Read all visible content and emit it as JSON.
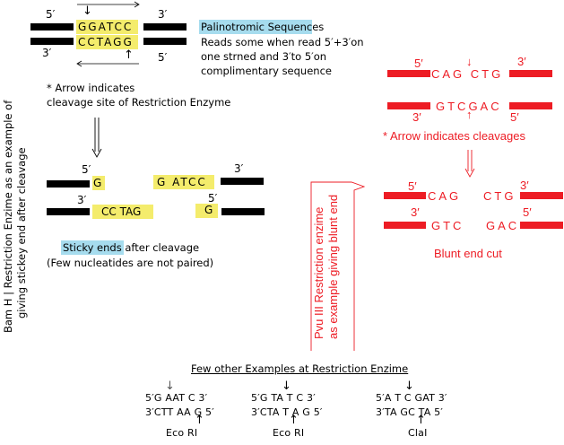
{
  "bamhi": {
    "top_seq": "GGATCC",
    "bottom_seq": "CCTAGG",
    "labels": {
      "top_left": "5′",
      "top_right": "3′",
      "bottom_left": "3′",
      "bottom_right": "5′"
    },
    "palindrome_title": "Palinotromic Sequences",
    "palindrome_desc": [
      "Reads some when read 5′+3′on",
      "one strned and 3′to 5′on",
      "complimentary sequence"
    ],
    "arrow_note": [
      "* Arrow indicates",
      "cleavage site of Restriction Enzyme"
    ],
    "cut": {
      "left_top": "G",
      "right_top": "G ATCC",
      "left_bottom": "CC TAG",
      "right_bottom": "G",
      "labels": {
        "lt": "5′",
        "rt": "3′",
        "lb": "3′",
        "rb": "5′"
      }
    },
    "sticky_label": "Sticky ends",
    "sticky_rest": "after cleavage",
    "sticky_note": "(Few nucleatides are not paired)",
    "side_caption": [
      "Bam H | Restriction Enzime as an example of",
      "giving stickey end after  cleavage"
    ]
  },
  "pvuii": {
    "top_seq": "CAG CTG",
    "bottom_seq": "GTCGAC",
    "labels": {
      "top_left": "5′",
      "top_right": "3′",
      "bottom_left": "3′",
      "bottom_right": "5′"
    },
    "arrow_note": "* Arrow indicates cleavages",
    "cut": {
      "left_top": "CAG",
      "right_top": "CTG",
      "left_bottom": "GTC",
      "right_bottom": "GAC",
      "labels": {
        "lt": "5′",
        "rt": "3′",
        "lb": "3′",
        "rb": "5′"
      }
    },
    "blunt_label": "Blunt end cut",
    "side_caption": [
      "Pvu III Restriction enzime",
      "as example giving blunt end"
    ]
  },
  "examples": {
    "title": "Few other Examples at Restriction Enzime",
    "items": [
      {
        "top": "5′G  AAT C  3′",
        "bottom": "3′CTT AA G 5′",
        "name": "Eco RI"
      },
      {
        "top": "5′G  TA T C  3′",
        "bottom": "3′CTA T A G 5′",
        "name": "Eco RI"
      },
      {
        "top": "5′A  T C GAT  3′",
        "bottom": "3′TA GC TA 5′",
        "name": "ClaI"
      }
    ]
  },
  "colors": {
    "highlight_yellow": "#f4ec6c",
    "highlight_blue": "#a6dcee",
    "red": "#ed1c24",
    "black": "#000000"
  }
}
